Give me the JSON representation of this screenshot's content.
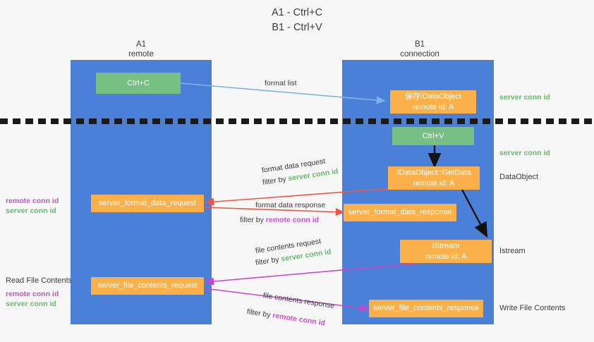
{
  "title": {
    "line1": "A1 - Ctrl+C",
    "line2": "B1 - Ctrl+V"
  },
  "lanes": [
    {
      "name": "A1",
      "sub": "remote"
    },
    {
      "name": "B1",
      "sub": "connection"
    }
  ],
  "boxes": {
    "ctrl_c": "Ctrl+C",
    "ctrl_v": "Ctrl+V",
    "save_idataobject_title": "保存IDataObject",
    "save_idataobject_sub": "remote id: A",
    "getdata_title": "IDataObject::GetData",
    "getdata_sub": "remote id: A",
    "istream_title": "IStream",
    "istream_sub": "remote id: A",
    "server_format_data_request": "server_format_data_request",
    "server_format_data_response": "server_format_data_response",
    "server_file_contents_request": "server_file_contents_request",
    "server_file_contents_response": "server_file_contents_response"
  },
  "edge_labels": {
    "format_list": "format list",
    "format_data_request": "format data request",
    "format_data_response": "format data response",
    "file_contents_request": "file contents request",
    "file_contents_response": "file contents response",
    "filter_by": "filter by "
  },
  "conn_ids": {
    "server": "server conn id",
    "remote": "remote conn id"
  },
  "right_labels": {
    "server_conn_id_top": "server conn id",
    "server_conn_id_mid": "server conn id",
    "dataobject": "DataObject",
    "istream": "Istream",
    "write_file_contents": "Write File Contents"
  },
  "left_labels": {
    "read_file_contents": "Read File Contents"
  },
  "colors": {
    "lane": "#4a80d8",
    "green_box": "#76c083",
    "orange_box": "#fbb049",
    "server_conn_id": "#66bb6a",
    "remote_conn_id": "#c653c6",
    "arrow_blue": "#7fb3e8",
    "arrow_red": "#ee5544",
    "arrow_magenta": "#cc44cc",
    "arrow_black": "#111111",
    "background": "#f7f7f7"
  }
}
